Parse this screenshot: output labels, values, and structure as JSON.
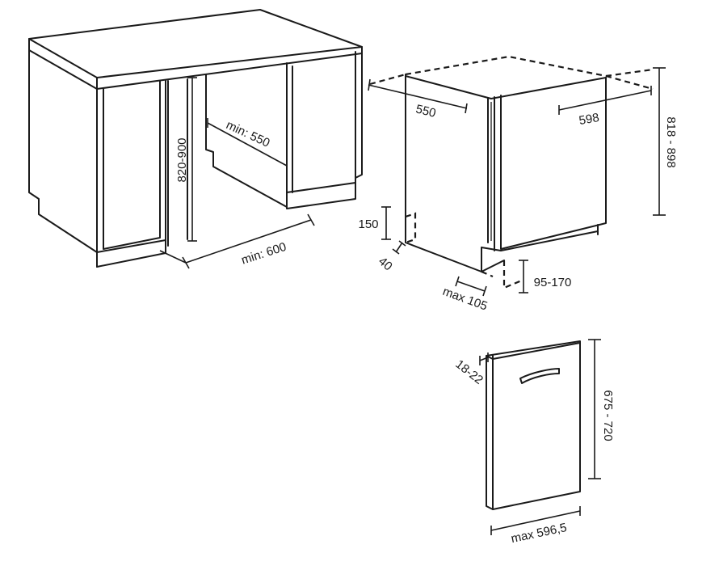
{
  "dims": {
    "cabinet_height": "820-900",
    "cabinet_depth": "min: 550",
    "cabinet_width": "min: 600",
    "machine_depth": "550",
    "machine_width": "598",
    "machine_height": "818 - 898",
    "plinth_height": "150",
    "plinth_depth": "40",
    "plinth_gap": "max 105",
    "door_offset": "95-170",
    "panel_thickness": "18-22",
    "panel_height": "675 - 720",
    "panel_width": "max 596,5"
  }
}
